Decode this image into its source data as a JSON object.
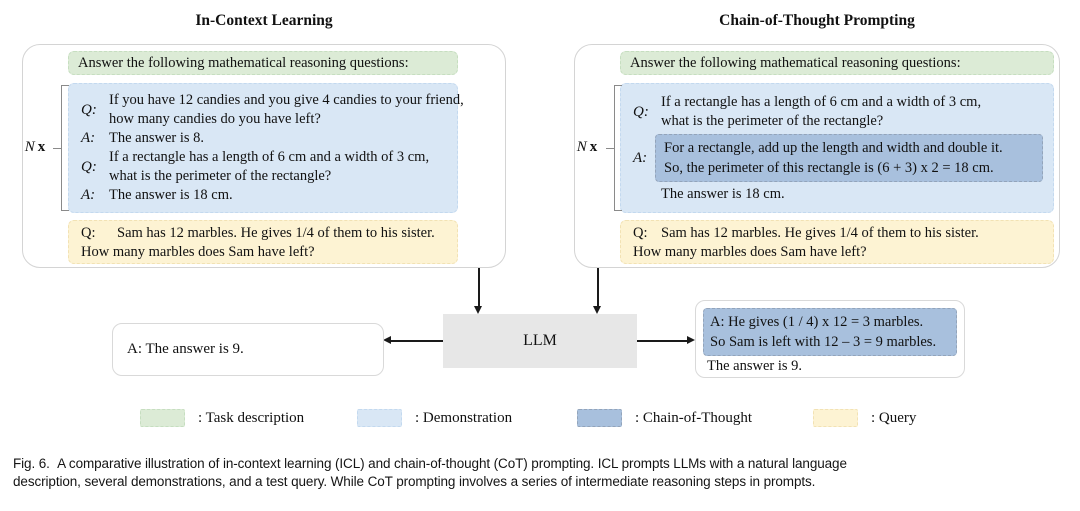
{
  "colors": {
    "task_description": "#dcebd6",
    "demonstration": "#d9e7f5",
    "chain_of_thought": "#a8c0dd",
    "query": "#fdf3d3",
    "llm_box": "#e7e7e7"
  },
  "icl": {
    "title": "In-Context Learning",
    "task_description": "Answer the following mathematical reasoning questions:",
    "repeat_n": "N",
    "repeat_x": "x",
    "demos": [
      {
        "label": "Q:",
        "line1": "If you have 12 candies and you give 4 candies to your friend,",
        "line2": "how many candies do you have left?"
      },
      {
        "label": "A:",
        "line1": "The answer is 8."
      },
      {
        "label": "Q:",
        "line1": "If a rectangle has a length of 6 cm and a width of 3 cm,",
        "line2": "what is the perimeter of the rectangle?"
      },
      {
        "label": "A:",
        "line1": "The answer is 18 cm."
      }
    ],
    "query": {
      "label": "Q:",
      "line1": "Sam has 12 marbles. He gives 1/4 of them to his sister.",
      "line2": "How many marbles does Sam have left?"
    },
    "output": "A: The answer is 9."
  },
  "cot": {
    "title": "Chain-of-Thought Prompting",
    "task_description": "Answer the following mathematical reasoning questions:",
    "repeat_n": "N",
    "repeat_x": "x",
    "demo_q": {
      "label": "Q:",
      "line1": "If a rectangle has a length of 6 cm and a width of 3 cm,",
      "line2": "what is the perimeter of the rectangle?"
    },
    "demo_a": {
      "label": "A:",
      "cot_line1": "For a rectangle, add up the length and width and double it.",
      "cot_line2": "So, the perimeter of this rectangle is (6 + 3) x 2 = 18 cm.",
      "answer": "The answer is 18 cm."
    },
    "query": {
      "label": "Q:",
      "line1": "Sam has 12 marbles. He gives 1/4 of them to his sister.",
      "line2": "How many marbles does Sam have left?"
    },
    "output": {
      "cot_line1": "A: He gives (1 / 4) x 12 = 3 marbles.",
      "cot_line2": "So Sam is left with 12 – 3 = 9 marbles.",
      "answer": "The answer is 9."
    }
  },
  "llm_label": "LLM",
  "legend": [
    {
      "label": ": Task description",
      "color": "#dcebd6"
    },
    {
      "label": ": Demonstration",
      "color": "#d9e7f5"
    },
    {
      "label": ": Chain-of-Thought",
      "color": "#a8c0dd"
    },
    {
      "label": ": Query",
      "color": "#fdf3d3"
    }
  ],
  "caption_line1": "Fig. 6.  A comparative illustration of in-context learning (ICL) and chain-of-thought (CoT) prompting. ICL prompts LLMs with a natural language",
  "caption_line2": "description, several demonstrations, and a test query. While CoT prompting involves a series of intermediate reasoning steps in prompts."
}
